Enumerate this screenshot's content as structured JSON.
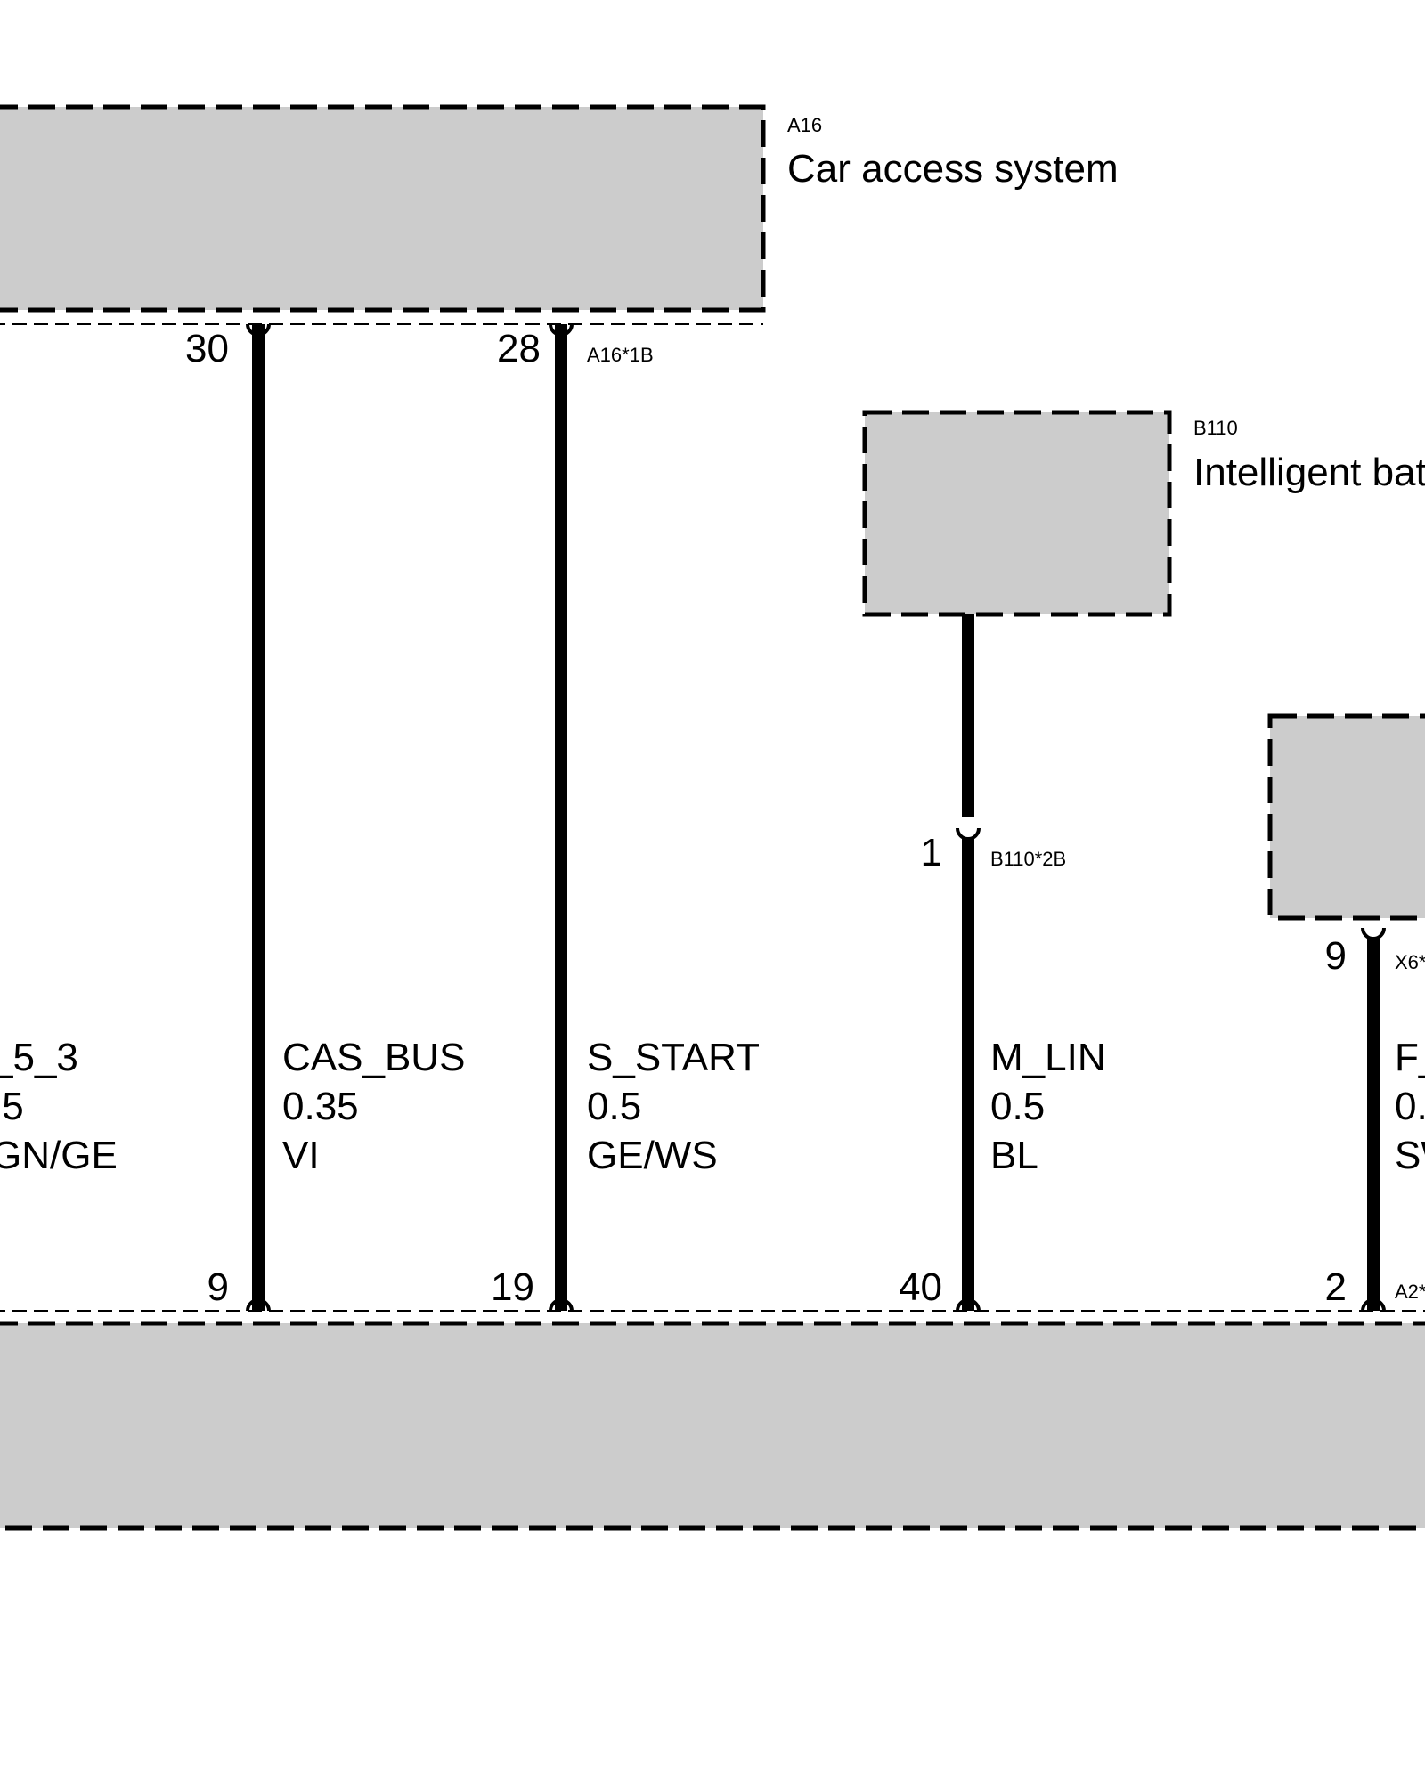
{
  "components": {
    "a16": {
      "code": "A16",
      "name": "Car access system"
    },
    "b110": {
      "code": "B110",
      "name": "Intelligent bat"
    },
    "x6": {
      "code": "X6*"
    },
    "a2": {
      "code": "A2*"
    }
  },
  "connectors": {
    "a16": "A16*1B",
    "b110": "B110*2B",
    "x6": "X6*",
    "a2": "A2*"
  },
  "pins": {
    "a16_30": "30",
    "a16_28": "28",
    "b110_1": "1",
    "x6_9": "9",
    "bottom_9": "9",
    "bottom_19": "19",
    "bottom_40": "40",
    "bottom_2": "2"
  },
  "wires": [
    {
      "signal": "_5_3",
      "gauge": ".5",
      "color": "GN/GE"
    },
    {
      "signal": "CAS_BUS",
      "gauge": "0.35",
      "color": "VI"
    },
    {
      "signal": "S_START",
      "gauge": "0.5",
      "color": "GE/WS"
    },
    {
      "signal": "M_LIN",
      "gauge": "0.5",
      "color": "BL"
    },
    {
      "signal": "F_",
      "gauge": "0.",
      "color": "SW"
    }
  ],
  "colors": {
    "component_fill": "#cccccc",
    "line": "#000000",
    "background": "#ffffff"
  }
}
